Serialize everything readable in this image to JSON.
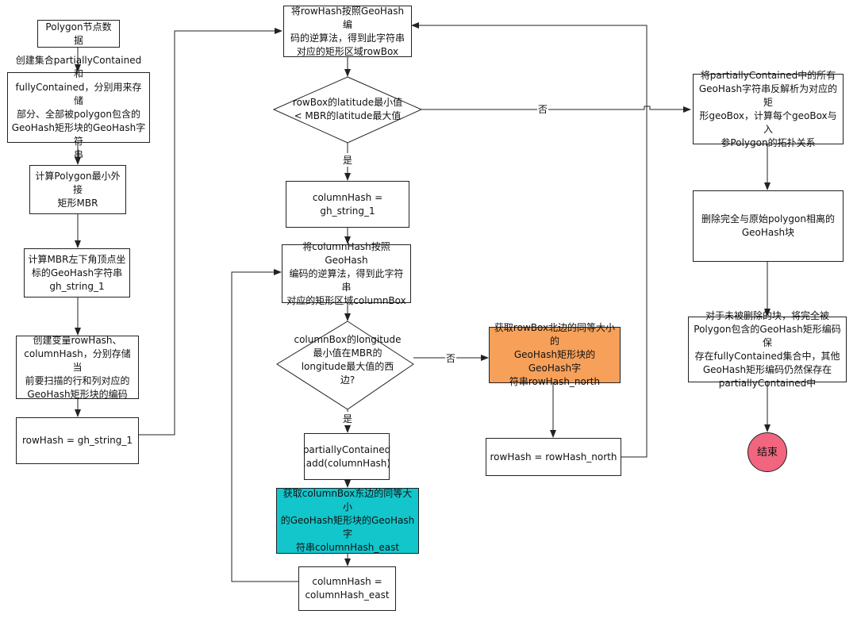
{
  "nodes": {
    "n1": "Polygon节点数据",
    "n2": "创建集合partiallyContained和\nfullyContained，分别用来存储\n部分、全部被polygon包含的\nGeoHash矩形块的GeoHash字符\n串",
    "n3": "计算Polygon最小外接\n矩形MBR",
    "n4": "计算MBR左下角顶点坐\n标的GeoHash字符串\ngh_string_1",
    "n5": "创建变量rowHash、\ncolumnHash，分别存储当\n前要扫描的行和列对应的\nGeoHash矩形块的编码",
    "n6": "rowHash = gh_string_1",
    "m1": "将rowHash按照GeoHash编\n码的逆算法，得到此字符串\n对应的矩形区域rowBox",
    "d1": "rowBox的latitude最小值\n< MBR的latitude最大值",
    "m2": "columnHash = gh_string_1",
    "m3": "将columnHash按照GeoHash\n编码的逆算法，得到此字符串\n对应的矩形区域columnBox",
    "d2": "columnBox的longitude\n最小值在MBR的\nlongitude最大值的西\n边?",
    "m4": "partiallyContained\n.add(columnHash)",
    "m5": "获取columnBox东边的同等大小\n的GeoHash矩形块的GeoHash字\n符串columnHash_east",
    "m6": "columnHash =\ncolumnHash_east",
    "o1": "获取rowBox北边的同等大小的\nGeoHash矩形块的GeoHash字\n符串rowHash_north",
    "o2": "rowHash = rowHash_north",
    "r1": "将partiallyContained中的所有\nGeoHash字符串反解析为对应的矩\n形geoBox，计算每个geoBox与入\n参Polygon的拓扑关系",
    "r2": "删除完全与原始polygon相离的\nGeoHash块",
    "r3": "对于未被删除的块，将完全被\nPolygon包含的GeoHash矩形编码保\n存在fullyContained集合中，其他\nGeoHash矩形编码仍然保存在\npartiallyContained中",
    "r4": "结束"
  },
  "labels": {
    "yes1": "是",
    "no1": "否",
    "yes2": "是",
    "no2": "否"
  },
  "colors": {
    "orange": "#f6a05a",
    "cyan": "#12c6cc",
    "end": "#f2657e"
  }
}
